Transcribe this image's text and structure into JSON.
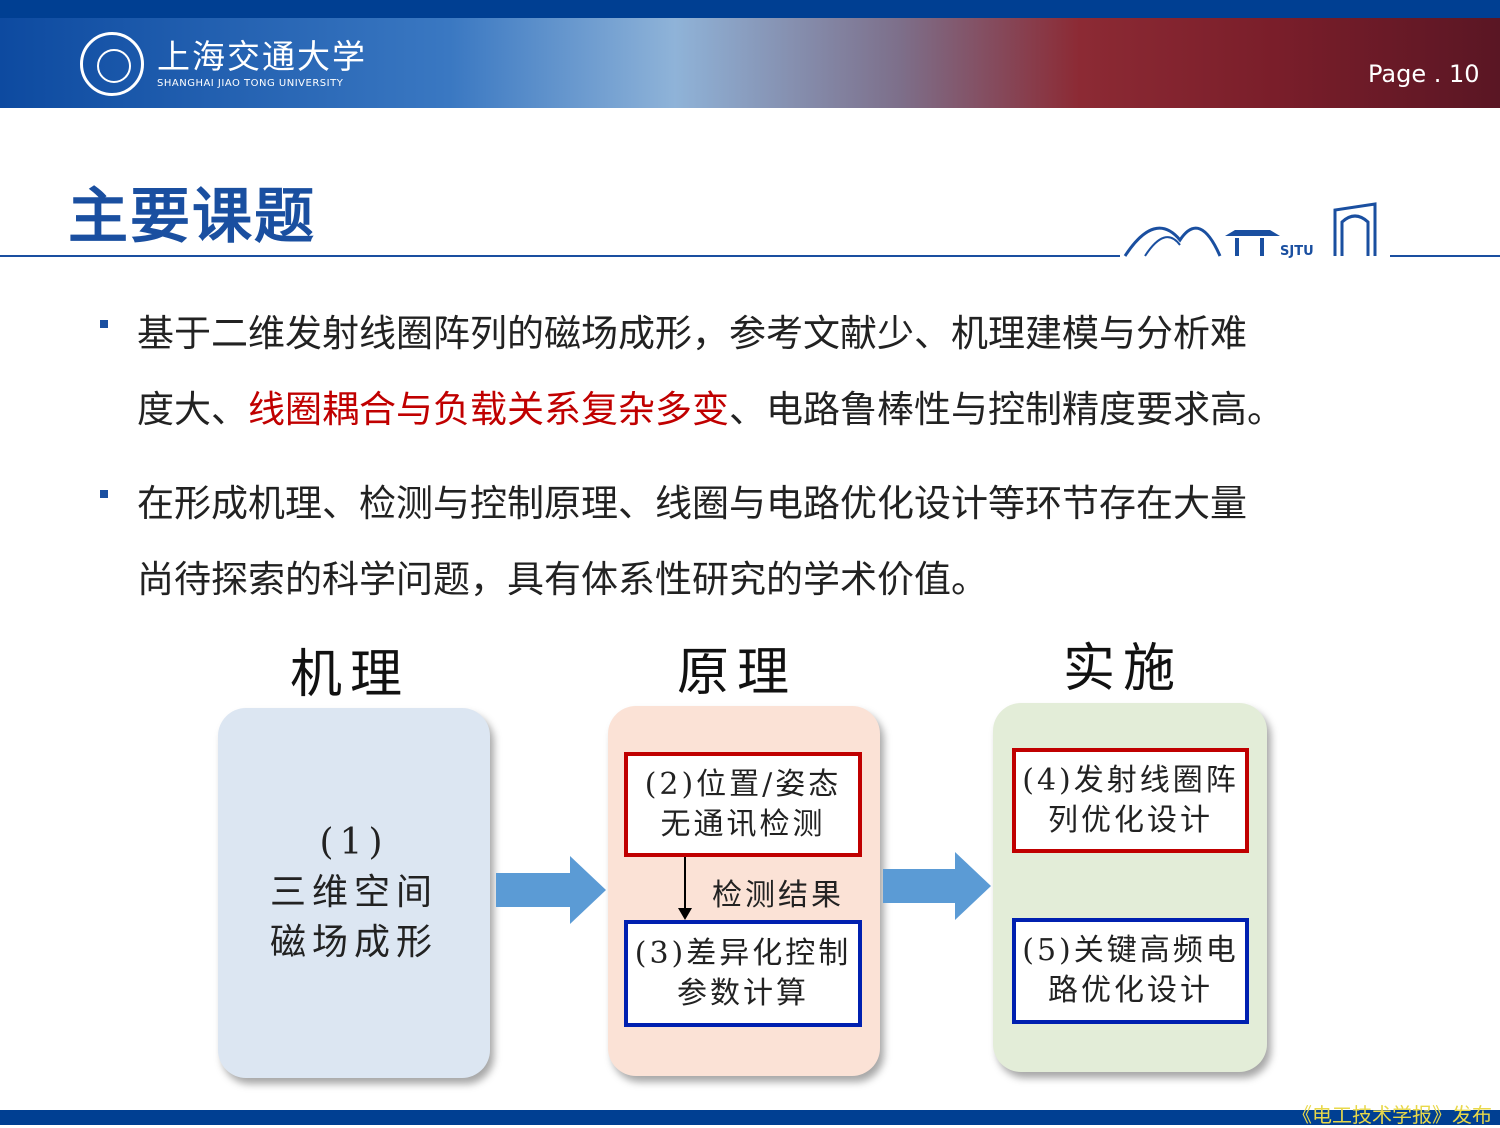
{
  "header": {
    "university_cn": "上海交通大学",
    "university_en": "SHANGHAI JIAO TONG UNIVERSITY",
    "page_label": "Page . 10"
  },
  "title": "主要课题",
  "skyline_label": "SJTU",
  "bullets": [
    {
      "line1": "基于二维发射线圈阵列的磁场成形，参考文献少、机理建模与分析难",
      "line2_a": "度大、",
      "line2_red": "线圈耦合与负载关系复杂多变",
      "line2_b": "、电路鲁棒性与控制精度要求高。"
    },
    {
      "line1": "在形成机理、检测与控制原理、线圈与电路优化设计等环节存在大量",
      "line2": "尚待探索的科学问题，具有体系性研究的学术价值。"
    }
  ],
  "diagram": {
    "headings": [
      "机理",
      "原理",
      "实施"
    ],
    "box1": {
      "l1": "(1)",
      "l2": "三维空间",
      "l3": "磁场成形"
    },
    "box2": {
      "l1": "(2)位置/姿态",
      "l2": "无通讯检测"
    },
    "arrow_label": "检测结果",
    "box3": {
      "l1": "(3)差异化控制",
      "l2": "参数计算"
    },
    "box4": {
      "l1": "(4)发射线圈阵",
      "l2": "列优化设计"
    },
    "box5": {
      "l1": "(5)关键高频电",
      "l2": "路优化设计"
    }
  },
  "watermark": "《电工技术学报》发布"
}
